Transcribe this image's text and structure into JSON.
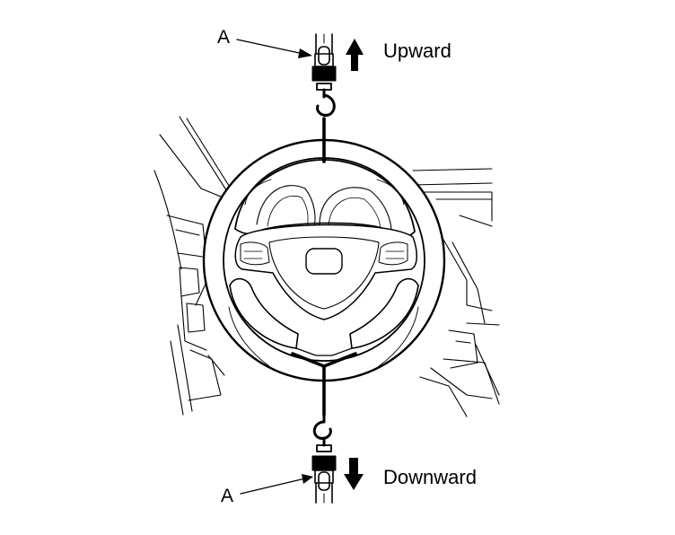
{
  "labels": {
    "top_callout": "A",
    "bottom_callout": "A",
    "top_direction": "Upward",
    "bottom_direction": "Downward"
  },
  "colors": {
    "ink": "#000000",
    "background": "#ffffff",
    "wheel_fill": "#ffffff"
  },
  "icons": {
    "top_arrow": "arrow-up-icon",
    "bottom_arrow": "arrow-down-icon"
  }
}
